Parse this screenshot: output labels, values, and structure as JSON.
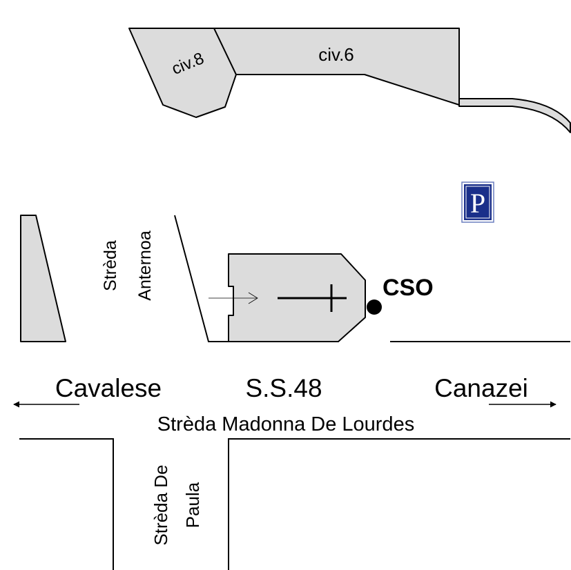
{
  "colors": {
    "building_fill": "#dcdcdc",
    "outline": "#000000",
    "parking_blue": "#1a2f8a",
    "background": "#ffffff"
  },
  "buildings": {
    "civ8": {
      "label": "civ.8"
    },
    "civ6": {
      "label": "civ.6"
    }
  },
  "church": {
    "icon": "cross-icon",
    "marker_label": "CSO"
  },
  "parking": {
    "letter": "P",
    "icon": "parking-sign-icon"
  },
  "streets": {
    "anternoa": {
      "line1": "Strèda",
      "line2": "Anternoa"
    },
    "highway": "S.S.48",
    "madonna": "Strèda Madonna De Lourdes",
    "de_paula": {
      "line1": "Strèda De",
      "line2": "Paula"
    }
  },
  "directions": {
    "left": {
      "label": "Cavalese",
      "icon": "arrow-left-icon"
    },
    "right": {
      "label": "Canazei",
      "icon": "arrow-right-icon"
    }
  }
}
